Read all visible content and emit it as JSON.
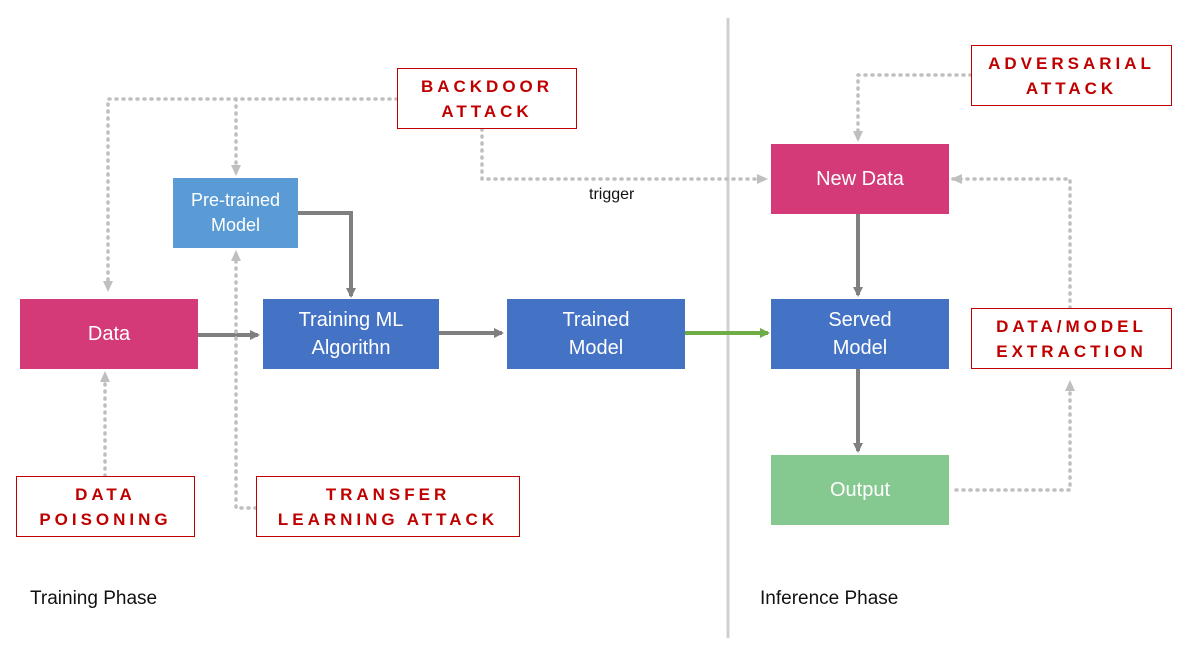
{
  "nodes": {
    "data": "Data",
    "pretrained": "Pre-trained\nModel",
    "training": "Training ML\nAlgorithn",
    "trained": "Trained\nModel",
    "new_data": "New Data",
    "served": "Served\nModel",
    "output": "Output"
  },
  "attacks": {
    "backdoor": "BACKDOOR\nATTACK",
    "adversarial": "ADVERSARIAL\nATTACK",
    "poisoning": "DATA\nPOISONING",
    "transfer": "TRANSFER\nLEARNING ATTACK",
    "extraction": "DATA/MODEL\nEXTRACTION"
  },
  "edge_labels": {
    "trigger": "trigger"
  },
  "phases": {
    "training": "Training Phase",
    "inference": "Inference Phase"
  },
  "colors": {
    "pink": "#d33a77",
    "blue": "#4472c4",
    "light_blue": "#5b9bd5",
    "green": "#85c991",
    "attack_red": "#c00000",
    "arrow_gray": "#7f7f7f",
    "dotted_gray": "#bfbfbf",
    "green_arrow": "#70ad47",
    "divider": "#d0d0d0"
  }
}
